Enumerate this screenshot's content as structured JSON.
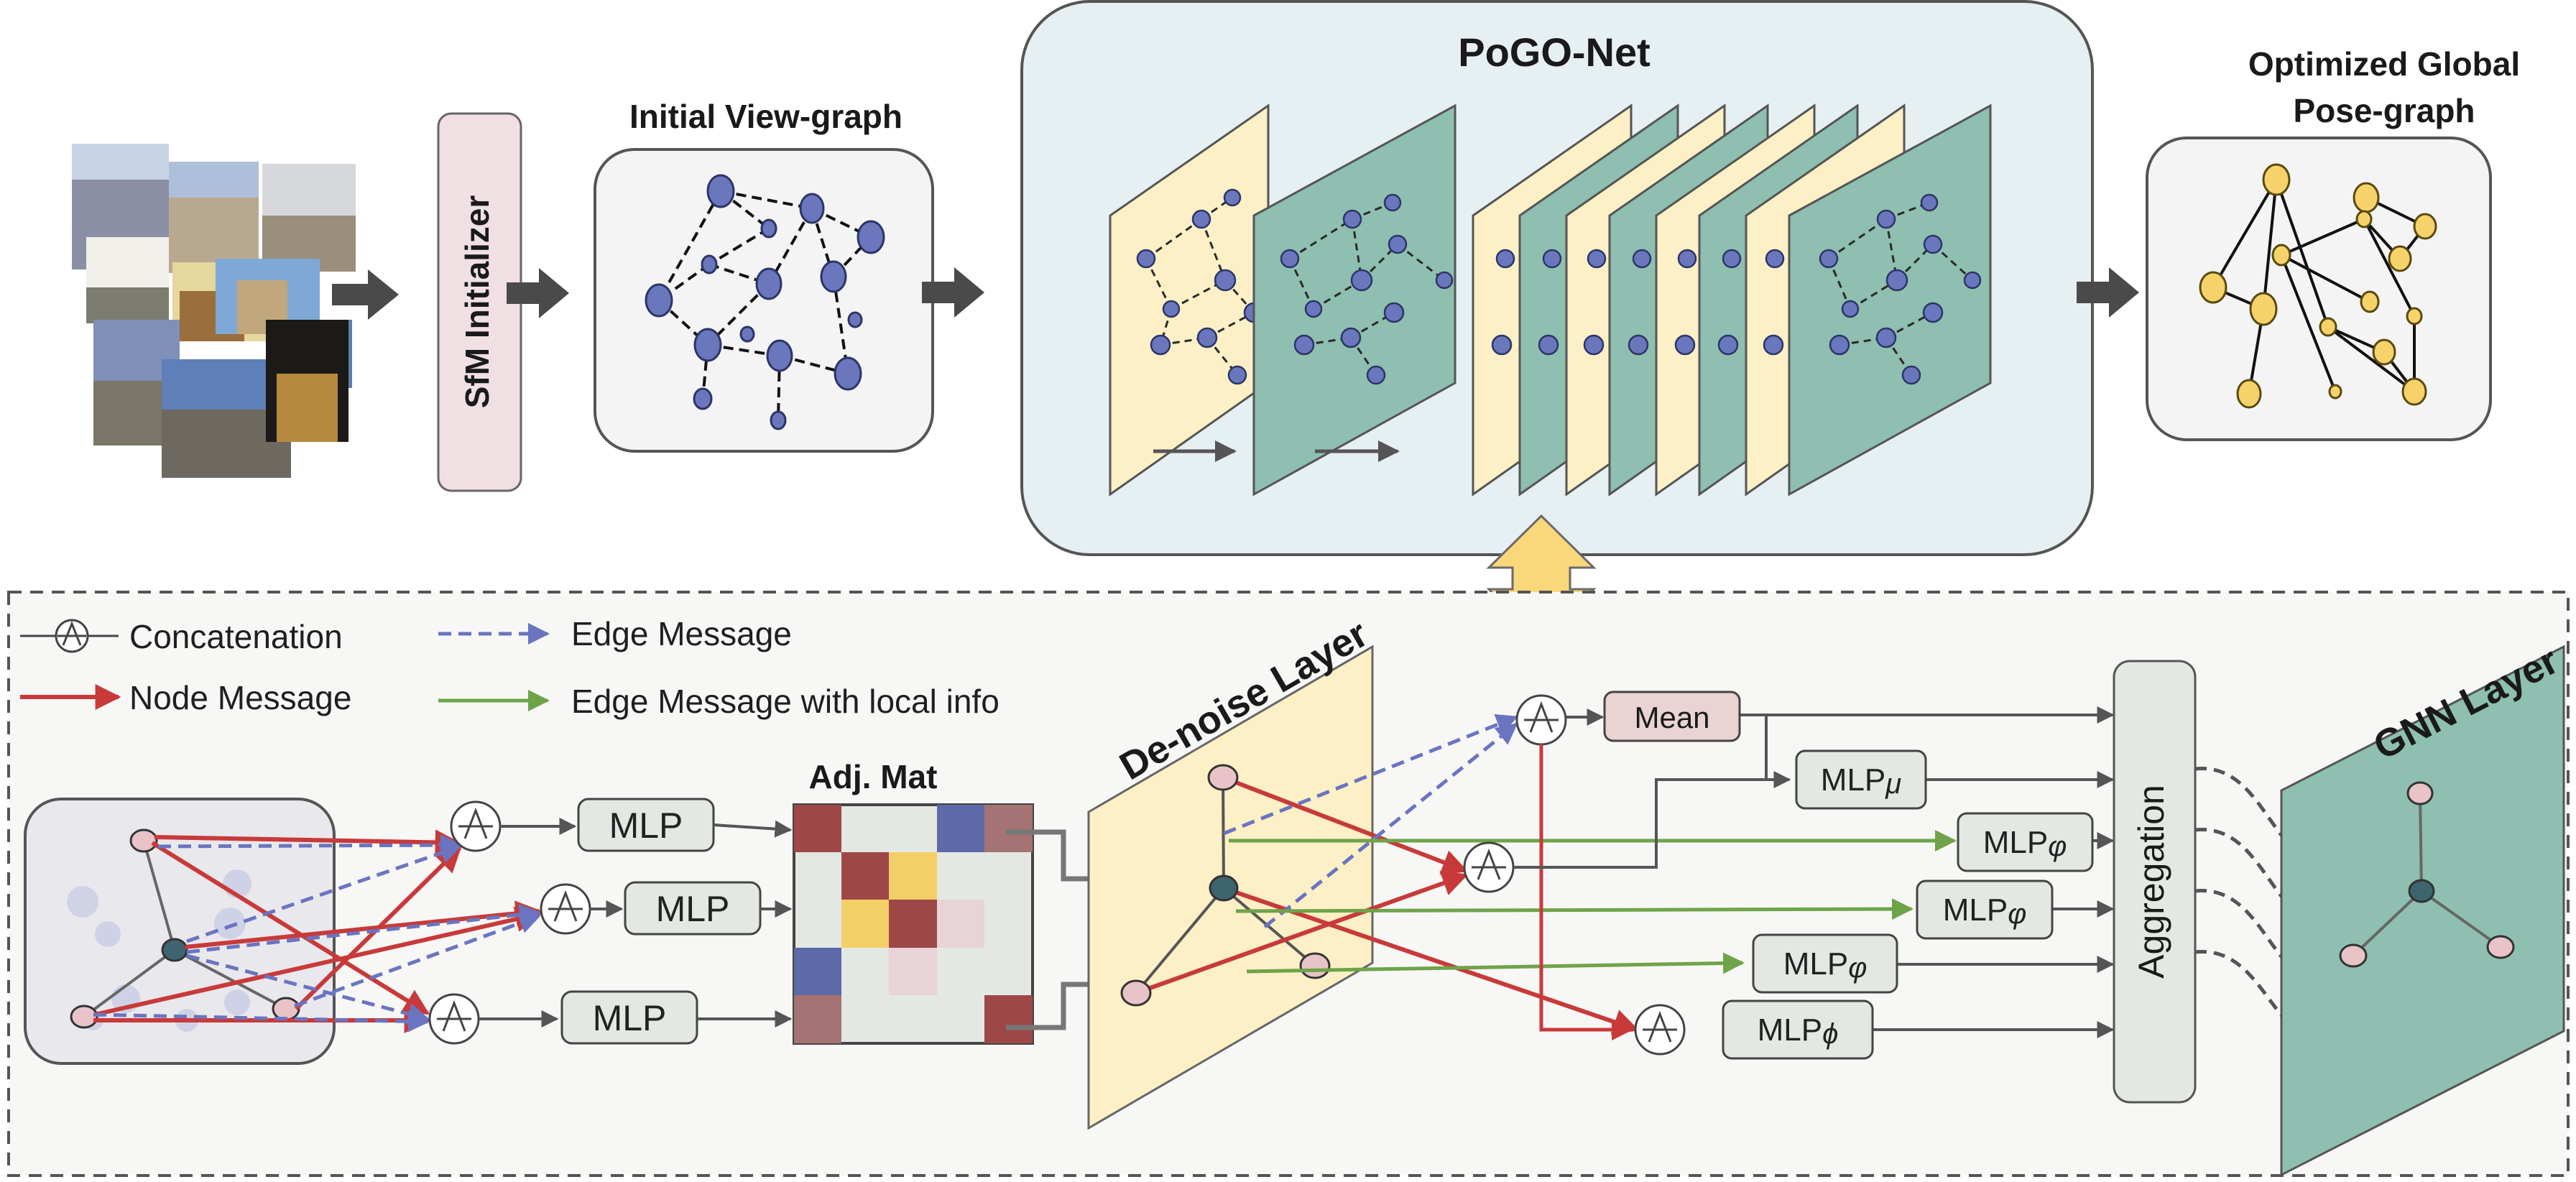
{
  "top": {
    "sfm_label": "SfM Initializer",
    "initial_title": "Initial View-graph",
    "pogo_title": "PoGO-Net",
    "optimized_title_line1": "Optimized Global",
    "optimized_title_line2": "Pose-graph"
  },
  "legend": {
    "concat": "Concatenation",
    "node_msg": "Node Message",
    "edge_msg": "Edge Message",
    "edge_local": "Edge Message with local info"
  },
  "bottom": {
    "mlp1": "MLP",
    "mlp2": "MLP",
    "mlp3": "MLP",
    "adj_title": "Adj. Mat",
    "denoise_title": "De-noise Layer",
    "mean_label": "Mean",
    "mlp_mu": "MLP",
    "mlp_mu_sub": "μ",
    "mlp_phi1": "MLP",
    "mlp_phi1_sub": "φ",
    "mlp_phi2": "MLP",
    "mlp_phi2_sub": "φ",
    "mlp_phi3": "MLP",
    "mlp_phi3_sub": "φ",
    "mlp_phi4": "MLP",
    "mlp_phi4_sub": "ϕ",
    "aggregation": "Aggregation",
    "gnn_title": "GNN Layer"
  },
  "colors": {
    "node_blue": "#6a77bd",
    "node_yellow": "#f6d36a",
    "node_pink": "#e8c3c8",
    "node_teal": "#3e6470",
    "pogo_bg": "#e6eff1",
    "plane_yellow": "#fdf0c6",
    "plane_teal": "#8ebfb0",
    "node_msg": "#c83a3a",
    "edge_msg": "#6a74c0",
    "edge_local": "#6fa34a",
    "mean_fill": "#e9d3d3",
    "mlp_fill": "#e3e8e3",
    "sfm_fill": "#f0e0e4",
    "swap_arrow": "#fbd77b"
  }
}
